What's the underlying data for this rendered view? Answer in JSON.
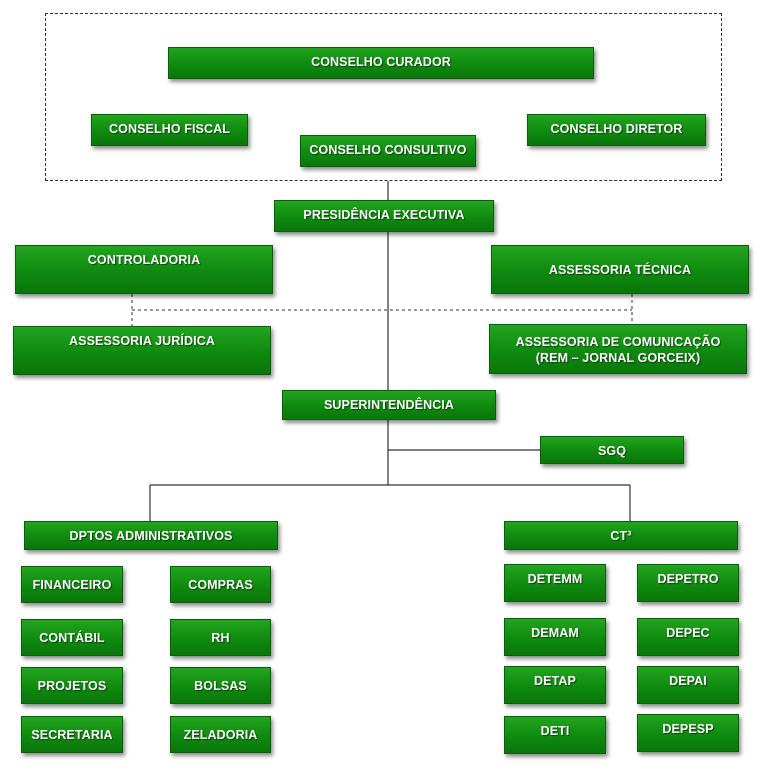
{
  "board": {
    "curador": "CONSELHO CURADOR",
    "fiscal": "CONSELHO FISCAL",
    "consultivo": "CONSELHO CONSULTIVO",
    "diretor": "CONSELHO DIRETOR"
  },
  "presidencia": "PRESIDÊNCIA EXECUTIVA",
  "staff": {
    "controladoria": "CONTROLADORIA",
    "assessoria_tecnica": "ASSESSORIA TÉCNICA",
    "assessoria_juridica": "ASSESSORIA JURÍDICA",
    "assessoria_comunicacao_line1": "ASSESSORIA DE COMUNICAÇÃO",
    "assessoria_comunicacao_line2": "(REM – JORNAL GORCEIX)"
  },
  "superintendencia": "SUPERINTENDÊNCIA",
  "sgq": "SGQ",
  "admin": {
    "title": "DPTOS ADMINISTRATIVOS",
    "left": [
      "FINANCEIRO",
      "CONTÁBIL",
      "PROJETOS",
      "SECRETARIA"
    ],
    "right": [
      "COMPRAS",
      "RH",
      "BOLSAS",
      "ZELADORIA"
    ]
  },
  "ct": {
    "title": "CT³",
    "left": [
      "DETEMM",
      "DEMAM",
      "DETAP",
      "DETI"
    ],
    "right": [
      "DEPETRO",
      "DEPEC",
      "DEPAI",
      "DEPESP"
    ]
  },
  "colors": {
    "box_green": "#0f8a0f",
    "line": "#333333"
  }
}
